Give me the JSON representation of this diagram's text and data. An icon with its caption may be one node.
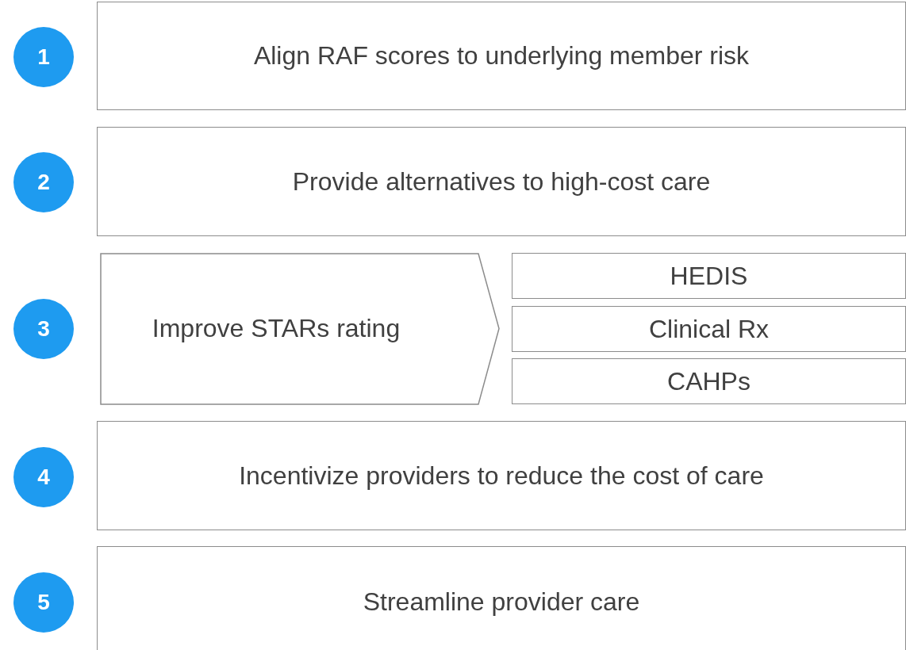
{
  "diagram": {
    "nodes": [
      {
        "text": [
          "1"
        ]
      },
      {
        "text": [
          "Align RAF scores to underlying member risk"
        ]
      },
      {
        "text": [
          "2"
        ]
      },
      {
        "text": [
          "Provide alternatives to high-cost care"
        ]
      },
      {
        "text": [
          "3"
        ]
      },
      {
        "text": [
          "Improve STARs rating"
        ]
      },
      {
        "text": [
          "HEDIS"
        ]
      },
      {
        "text": [
          "Clinical Rx"
        ]
      },
      {
        "text": [
          "CAHPs"
        ]
      },
      {
        "text": [
          "4"
        ]
      },
      {
        "text": [
          "Incentivize providers to reduce the cost of care"
        ]
      },
      {
        "text": [
          "5"
        ]
      },
      {
        "text": [
          "Streamline provider care"
        ]
      }
    ]
  }
}
